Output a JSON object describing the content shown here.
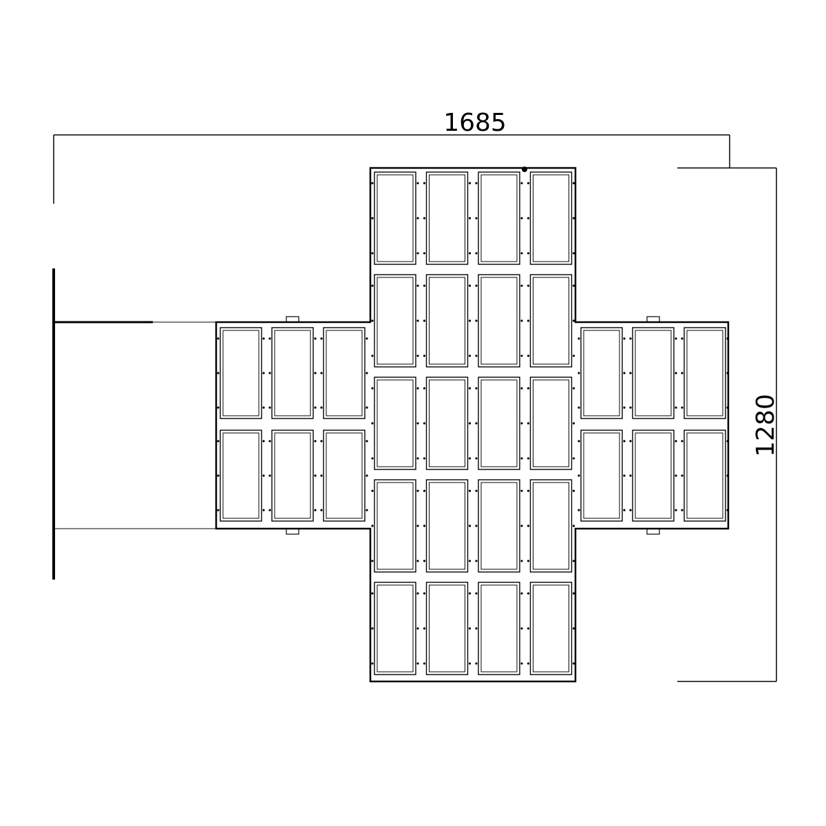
{
  "dimensions": {
    "width_label": "1685",
    "height_label": "1280"
  },
  "layout": {
    "top_wing": {
      "cols": 4,
      "rows": 5
    },
    "left_wing": {
      "cols": 3,
      "rows": 2
    },
    "right_wing": {
      "cols": 3,
      "rows": 2
    },
    "module_count": 32
  },
  "colors": {
    "line": "#000000",
    "background": "#ffffff"
  }
}
